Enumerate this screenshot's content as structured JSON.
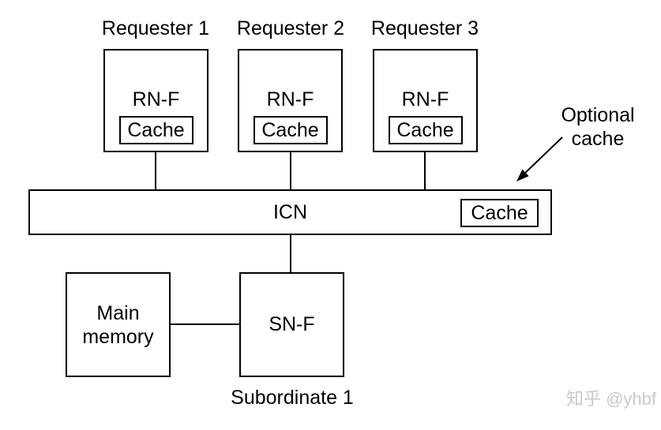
{
  "diagram": {
    "requesters": [
      {
        "title": "Requester 1",
        "node": "RN-F",
        "cache": "Cache"
      },
      {
        "title": "Requester 2",
        "node": "RN-F",
        "cache": "Cache"
      },
      {
        "title": "Requester 3",
        "node": "RN-F",
        "cache": "Cache"
      }
    ],
    "icn": {
      "label": "ICN",
      "cache": "Cache"
    },
    "optional_cache_note": "Optional cache",
    "main_memory_label": "Main memory",
    "subordinate": {
      "node": "SN-F",
      "caption": "Subordinate 1"
    },
    "watermark": "知乎 @yhbf",
    "colors": {
      "stroke": "#000000",
      "background": "#ffffff",
      "watermark": "#c9c9c9"
    }
  }
}
